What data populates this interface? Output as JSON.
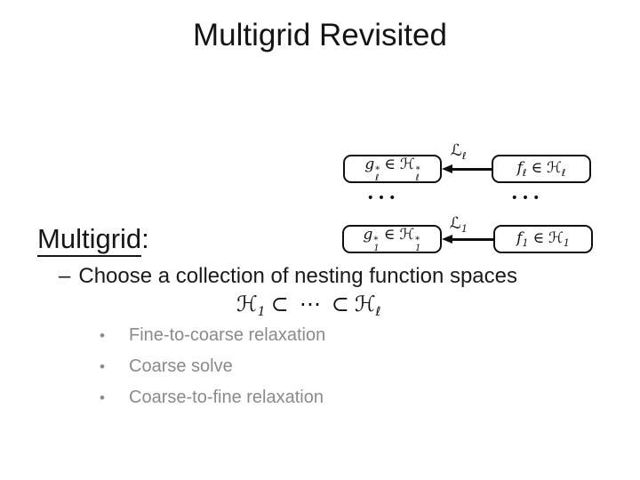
{
  "slide": {
    "title": "Multigrid Revisited",
    "heading": {
      "word": "Multigrid",
      "colon": ":"
    },
    "dash_point": {
      "dash": "–",
      "text": "Choose a collection of nesting function spaces"
    },
    "formula": {
      "set": "ℋ",
      "sub_first": "1",
      "subset_rel": "⊂",
      "cdots": "⋯",
      "sub_last": "ℓ"
    },
    "sub_bullets": {
      "marker": "•",
      "items": [
        "Fine-to-coarse relaxation",
        "Coarse solve",
        "Coarse-to-fine relaxation"
      ]
    },
    "colors": {
      "text": "#1a1a1a",
      "muted_text": "#8a8a8a",
      "line": "#0f0f0f",
      "background": "#ffffff"
    }
  },
  "diagram": {
    "ellipsis": "•••",
    "rows": [
      {
        "arrow_label": {
          "sym": "ℒ",
          "sub": "ℓ"
        },
        "left_box": {
          "var": "g",
          "var_sup": "*",
          "var_sub": "ℓ",
          "rel": "∈",
          "set": "ℋ",
          "set_sup": "*",
          "set_sub": "ℓ"
        },
        "right_box": {
          "var": "f",
          "var_sub": "ℓ",
          "rel": "∈",
          "set": "ℋ",
          "set_sub": "ℓ"
        }
      },
      {
        "arrow_label": {
          "sym": "ℒ",
          "sub": "1"
        },
        "left_box": {
          "var": "g",
          "var_sup": "*",
          "var_sub": "1",
          "rel": "∈",
          "set": "ℋ",
          "set_sup": "*",
          "set_sub": "1"
        },
        "right_box": {
          "var": "f",
          "var_sub": "1",
          "rel": "∈",
          "set": "ℋ",
          "set_sub": "1"
        }
      }
    ]
  }
}
